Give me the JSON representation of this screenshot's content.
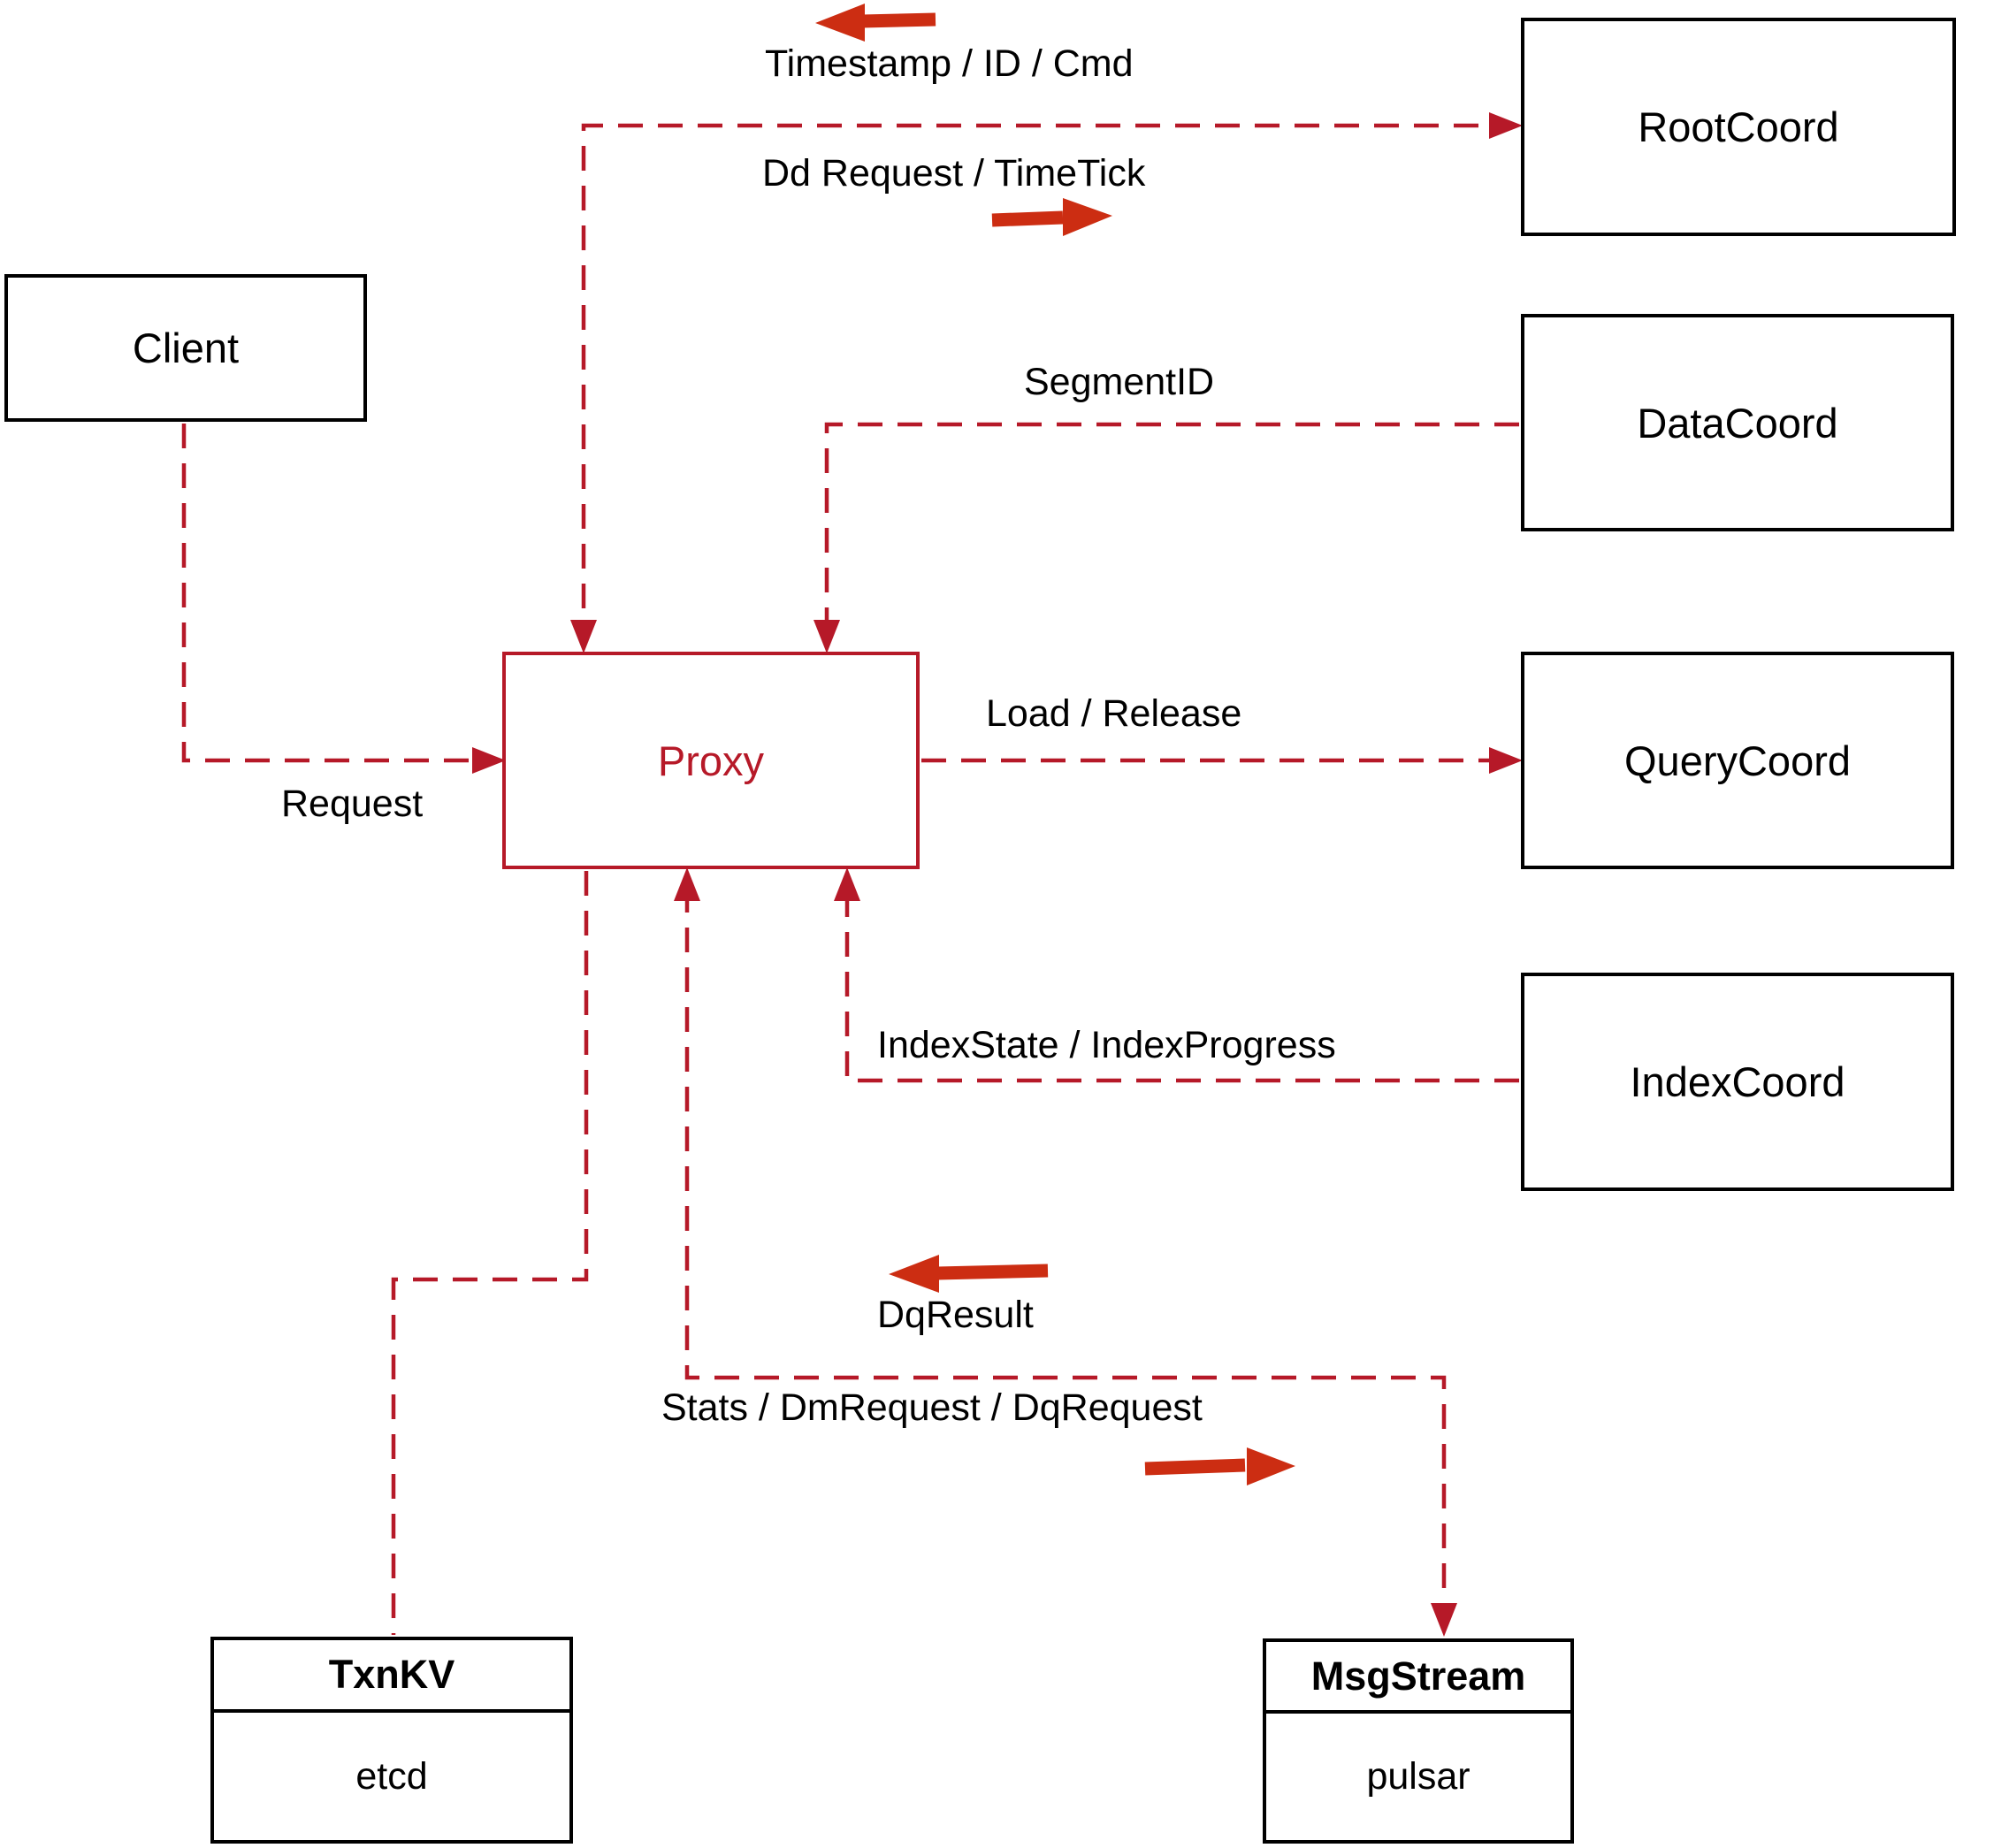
{
  "diagram": {
    "nodes": {
      "client": {
        "label": "Client"
      },
      "proxy": {
        "label": "Proxy"
      },
      "root_coord": {
        "label": "RootCoord"
      },
      "data_coord": {
        "label": "DataCoord"
      },
      "query_coord": {
        "label": "QueryCoord"
      },
      "index_coord": {
        "label": "IndexCoord"
      },
      "txn_kv": {
        "title": "TxnKV",
        "subtitle": "etcd"
      },
      "msg_stream": {
        "title": "MsgStream",
        "subtitle": "pulsar"
      }
    },
    "edge_labels": {
      "root_up": "Timestamp / ID / Cmd",
      "root_down": "Dd Request / TimeTick",
      "segment_id": "SegmentID",
      "request": "Request",
      "load_release": "Load / Release",
      "index_state": "IndexState / IndexProgress",
      "dq_result": "DqResult",
      "stats": "Stats / DmRequest / DqRequest"
    },
    "colors": {
      "line_red": "#b61928",
      "arrow_red": "#cc2d12",
      "box_border": "#000000"
    }
  }
}
